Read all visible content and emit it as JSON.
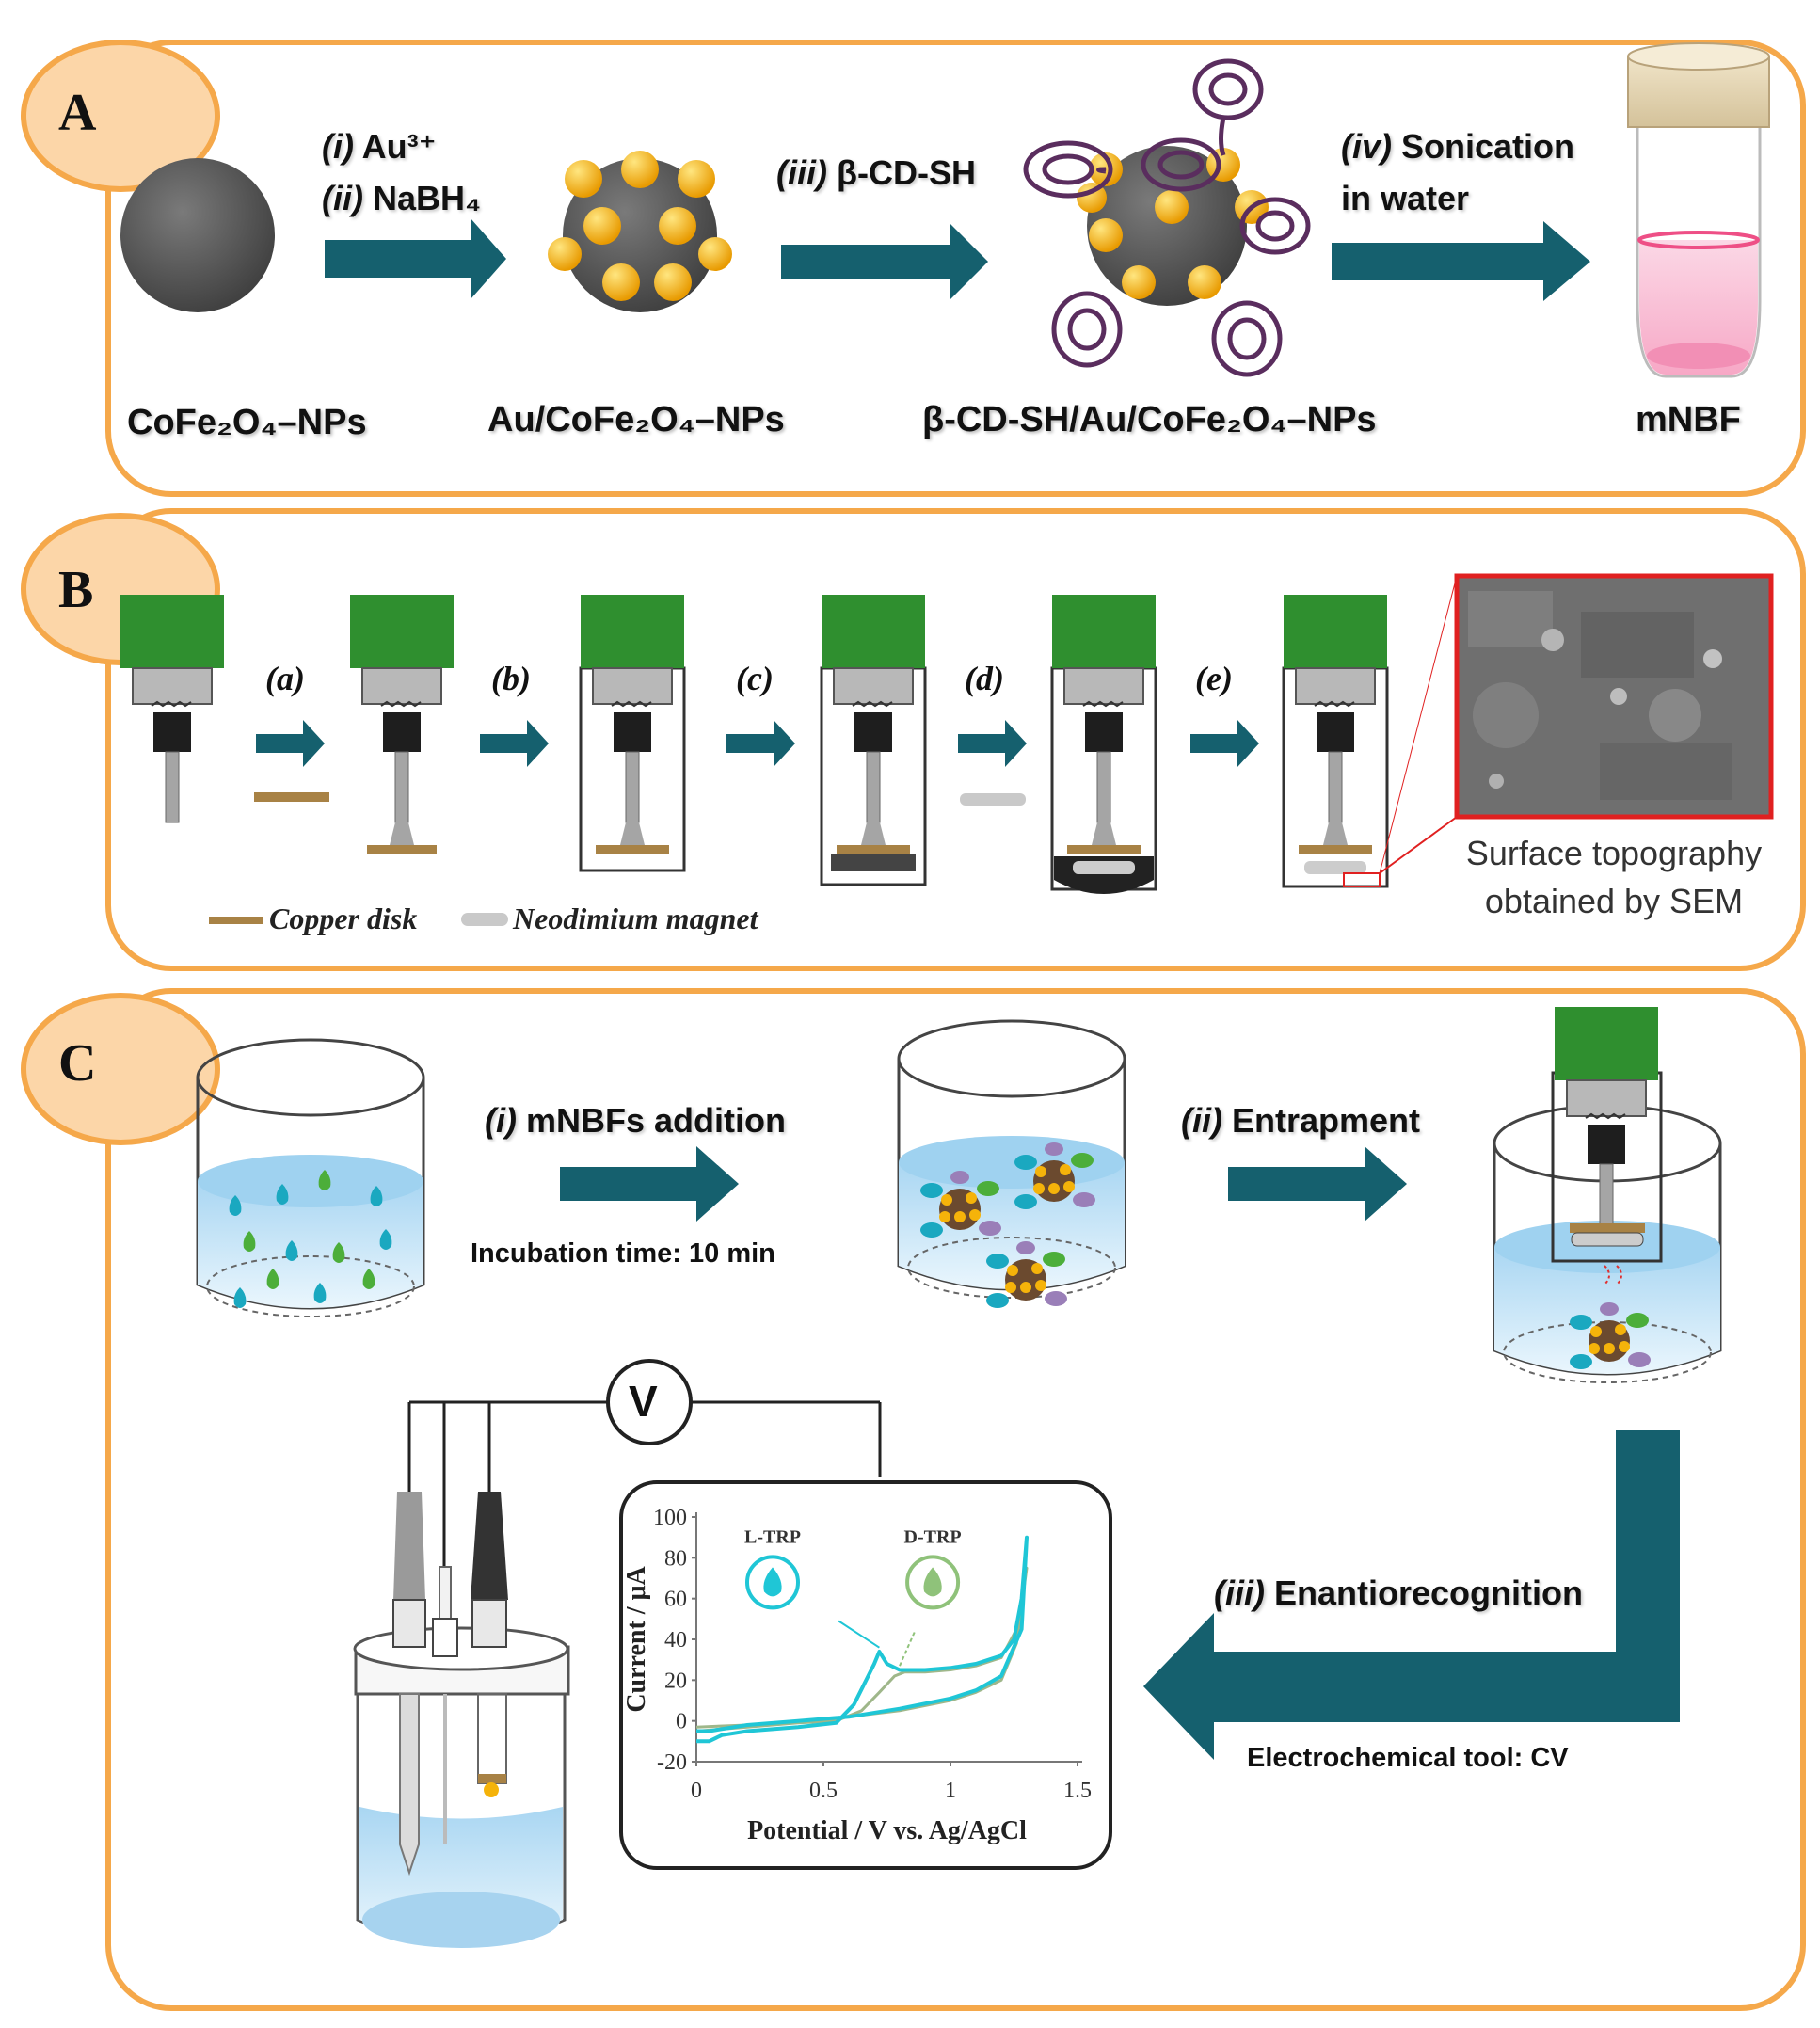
{
  "panels": {
    "a": {
      "letter": "A",
      "labels": [
        "CoFe₂O₄–NPs",
        "Au/CoFe₂O₄–NPs",
        "β-CD-SH/Au/CoFe₂O₄–NPs",
        "mNBF"
      ],
      "steps": {
        "s1_num": "(i)",
        "s1_text": "Au³⁺",
        "s2_num": "(ii)",
        "s2_text": "NaBH₄",
        "s3_num": "(iii)",
        "s3_text": "β-CD-SH",
        "s4_num": "(iv)",
        "s4_text_1": "Sonication",
        "s4_text_2": "in water"
      }
    },
    "b": {
      "letter": "B",
      "steps": [
        "(a)",
        "(b)",
        "(c)",
        "(d)",
        "(e)"
      ],
      "legend_copper": "Copper disk",
      "legend_magnet": "Neodimium magnet",
      "sem_caption_1": "Surface topography",
      "sem_caption_2": "obtained by SEM"
    },
    "c": {
      "letter": "C",
      "step1_num": "(i)",
      "step1_text": "mNBFs addition",
      "incubation": "Incubation time: 10 min",
      "step2_num": "(ii)",
      "step2_text": "Entrapment",
      "step3_num": "(iii)",
      "step3_text": "Enantiorecognition",
      "tool": "Electrochemical tool: CV",
      "voltmeter": "V"
    }
  },
  "colors": {
    "panel_border": "#f5a84a",
    "tab_fill": "#fcd6a8",
    "arrow": "#15606e",
    "gold": "#f5b30a",
    "cd_purple": "#5a2d5e",
    "electrode_green": "#2f8f2f",
    "l_trp": "#1fc6d6",
    "d_trp": "#8fc27a",
    "sem_border": "#e02020"
  },
  "chart_data": {
    "type": "line",
    "title": "",
    "xlabel": "Potential / V vs. Ag/AgCl",
    "ylabel": "Current / μA",
    "xlim": [
      0,
      1.5
    ],
    "ylim": [
      -20,
      100
    ],
    "x_ticks": [
      "0",
      "0.5",
      "1",
      "1.5"
    ],
    "y_ticks": [
      "-20",
      "0",
      "20",
      "40",
      "60",
      "80",
      "100"
    ],
    "annotations": [
      "L-TRP",
      "D-TRP"
    ],
    "series": [
      {
        "color": "#1fc6d6",
        "x": [
          0.0,
          0.05,
          0.1,
          0.2,
          0.4,
          0.55,
          0.62,
          0.66,
          0.7,
          0.72,
          0.75,
          0.8,
          0.9,
          1.0,
          1.1,
          1.2,
          1.25,
          1.28,
          1.3,
          1.28,
          1.2,
          1.1,
          1.0,
          0.8,
          0.6,
          0.4,
          0.2,
          0.1,
          0.05,
          0.0
        ],
        "y": [
          -10,
          -10,
          -7,
          -5,
          -3,
          -1,
          8,
          18,
          28,
          34,
          28,
          25,
          25,
          26,
          28,
          32,
          40,
          60,
          90,
          45,
          22,
          15,
          11,
          6,
          2,
          0,
          -2,
          -4,
          -5,
          -5
        ]
      },
      {
        "color": "#9fb78a",
        "x": [
          0.0,
          0.2,
          0.4,
          0.55,
          0.65,
          0.72,
          0.78,
          0.82,
          0.9,
          1.0,
          1.1,
          1.2,
          1.26,
          1.3,
          1.26,
          1.2,
          1.1,
          1.0,
          0.8,
          0.6,
          0.4,
          0.2,
          0.0
        ],
        "y": [
          -5,
          -3,
          -1,
          0,
          5,
          14,
          22,
          24,
          24,
          25,
          27,
          31,
          45,
          75,
          38,
          20,
          14,
          10,
          5,
          2,
          0,
          -2,
          -3
        ]
      }
    ]
  }
}
